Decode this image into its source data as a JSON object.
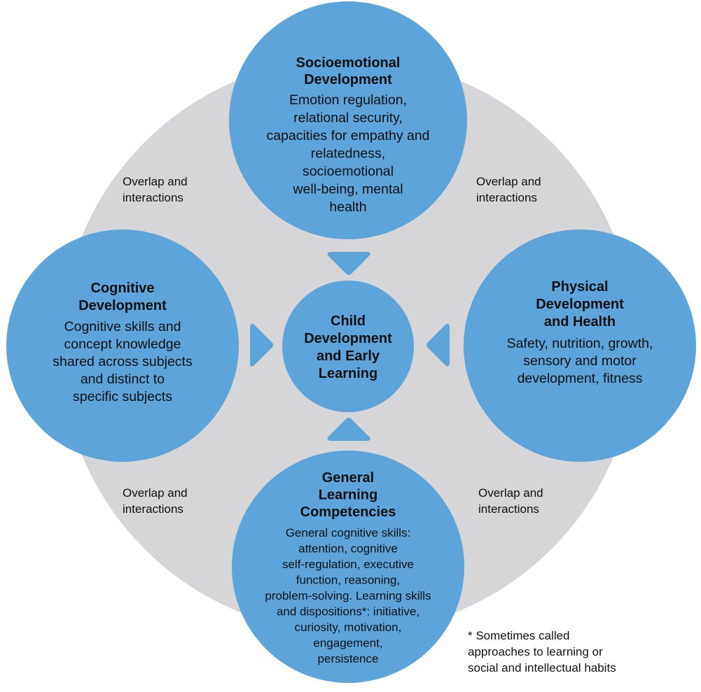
{
  "colors": {
    "background_circle": "#d6d6d8",
    "domain_circle": "#5ca4da",
    "text": "#111111"
  },
  "center": {
    "title_lines": [
      "Child",
      "Development",
      "and Early",
      "Learning"
    ]
  },
  "top": {
    "title_lines": [
      "Socioemotional",
      "Development"
    ],
    "body_lines": [
      "Emotion regulation,",
      "relational security,",
      "capacities for empathy and",
      "relatedness,",
      "socioemotional",
      "well-being, mental",
      "health"
    ]
  },
  "left": {
    "title_lines": [
      "Cognitive",
      "Development"
    ],
    "body_lines": [
      "Cognitive skills and",
      "concept knowledge",
      "shared across subjects",
      "and distinct to",
      "specific subjects"
    ]
  },
  "right": {
    "title_lines": [
      "Physical",
      "Development",
      "and Health"
    ],
    "body_lines": [
      "Safety, nutrition, growth,",
      "sensory and motor",
      "development, fitness"
    ]
  },
  "bottom": {
    "title_lines": [
      "General",
      "Learning",
      "Competencies"
    ],
    "body_lines": [
      "General cognitive skills:",
      "attention, cognitive",
      "self-regulation, executive",
      "function, reasoning,",
      "problem-solving. Learning skills",
      "and dispositions*: initiative,",
      "curiosity, motivation,",
      "engagement,",
      "persistence"
    ]
  },
  "overlaps": [
    {
      "lines": [
        "Overlap and",
        "interactions"
      ]
    },
    {
      "lines": [
        "Overlap and",
        "interactions"
      ]
    },
    {
      "lines": [
        "Overlap and",
        "interactions"
      ]
    },
    {
      "lines": [
        "Overlap and",
        "interactions"
      ]
    }
  ],
  "footnote": {
    "lines": [
      "* Sometimes called",
      "approaches to learning or",
      "social and intellectual habits"
    ]
  }
}
